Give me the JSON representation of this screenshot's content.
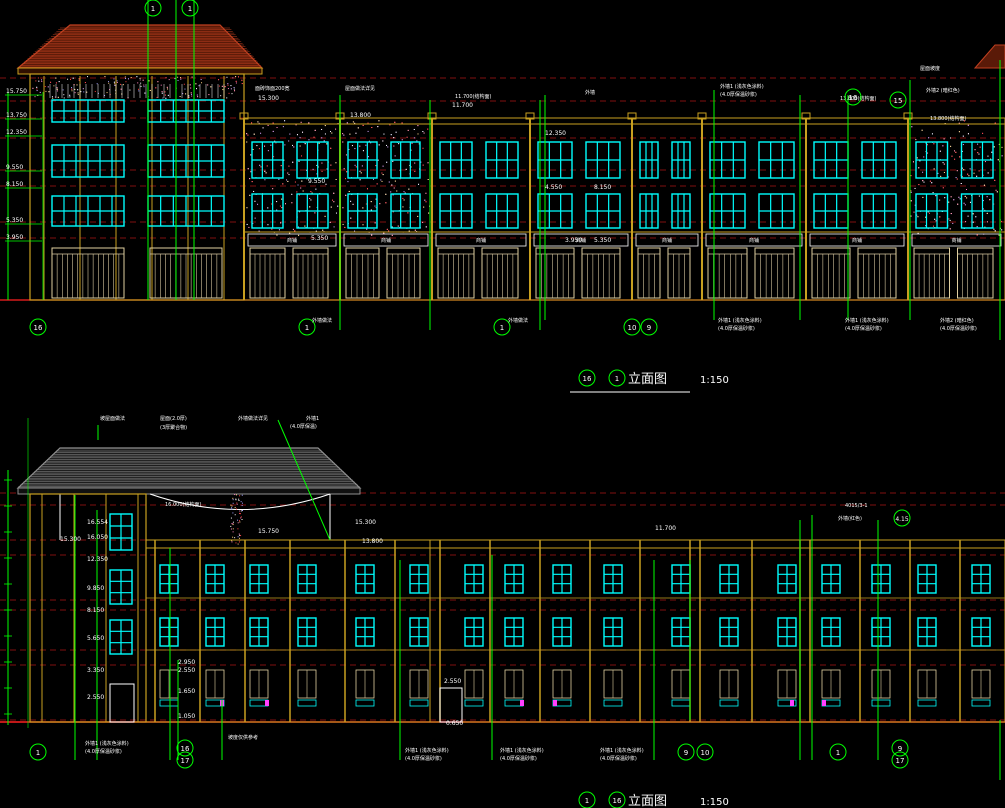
{
  "colors": {
    "background": "#000000",
    "wall": "#c8a020",
    "window": "#00ffff",
    "dim": "#00ff00",
    "axis": "#ff2020",
    "grid_bubble": "#00ff00",
    "roof": "#c04020",
    "roof2": "#909090",
    "text": "#ffffff",
    "magenta": "#ff40ff"
  },
  "upper": {
    "title_prefix": "16",
    "title_mid": "1",
    "title": "立面图",
    "scale": "1:150",
    "levels_left": [
      "15.750",
      "13.750",
      "12.350",
      "9.550",
      "8.150",
      "5.350",
      "3.950"
    ],
    "levels_inner": [
      "15.300",
      "13.800",
      "11.700",
      "12.350",
      "4.550",
      "8.150",
      "3.950",
      "5.350",
      "5.350",
      "9.550"
    ],
    "axis_bubbles": [
      "16",
      "1",
      "1",
      "10",
      "9",
      "1",
      "1",
      "15",
      "16"
    ],
    "shop_labels": [
      "商铺",
      "商铺",
      "商铺",
      "商铺",
      "商铺",
      "商铺",
      "商铺",
      "商铺"
    ]
  },
  "lower": {
    "title_prefix": "1",
    "title_mid": "16",
    "title": "立面图",
    "scale": "1:150",
    "levels": [
      "16.554",
      "16.050",
      "15.300",
      "12.350",
      "9.850",
      "8.150",
      "5.650",
      "3.350",
      "2.550",
      "2.950",
      "2.550",
      "1.650",
      "1.050",
      "2.550",
      "0.650",
      "15.750",
      "15.300",
      "13.800",
      "11.700"
    ],
    "axis_bubbles": [
      "1",
      "16",
      "17",
      "9",
      "10",
      "1",
      "9",
      "17"
    ],
    "tag": "4.15"
  }
}
